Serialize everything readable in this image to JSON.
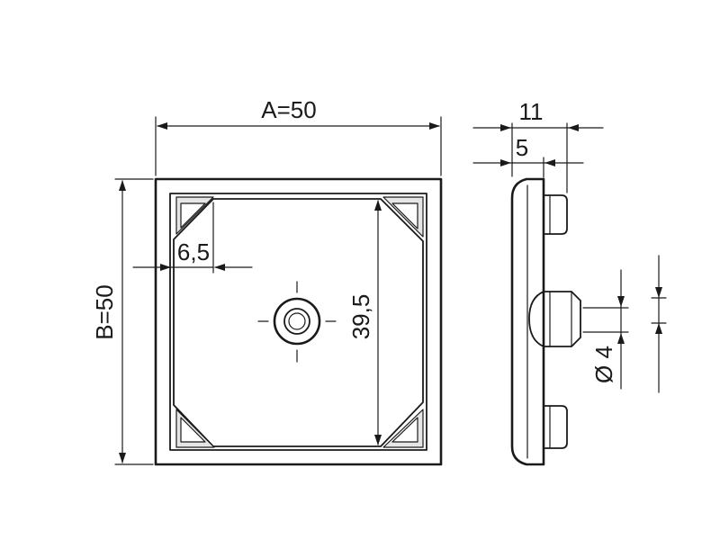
{
  "dimensions": {
    "width_label": "A=50",
    "height_label": "B=50",
    "offset_label": "6,5",
    "inner_label": "39,5",
    "side_total_label": "11",
    "side_plate_label": "5",
    "diameter_label": "Ø 4"
  },
  "colors": {
    "line": "#1a1a1a",
    "shade": "#e6e6e6",
    "background": "#ffffff"
  }
}
